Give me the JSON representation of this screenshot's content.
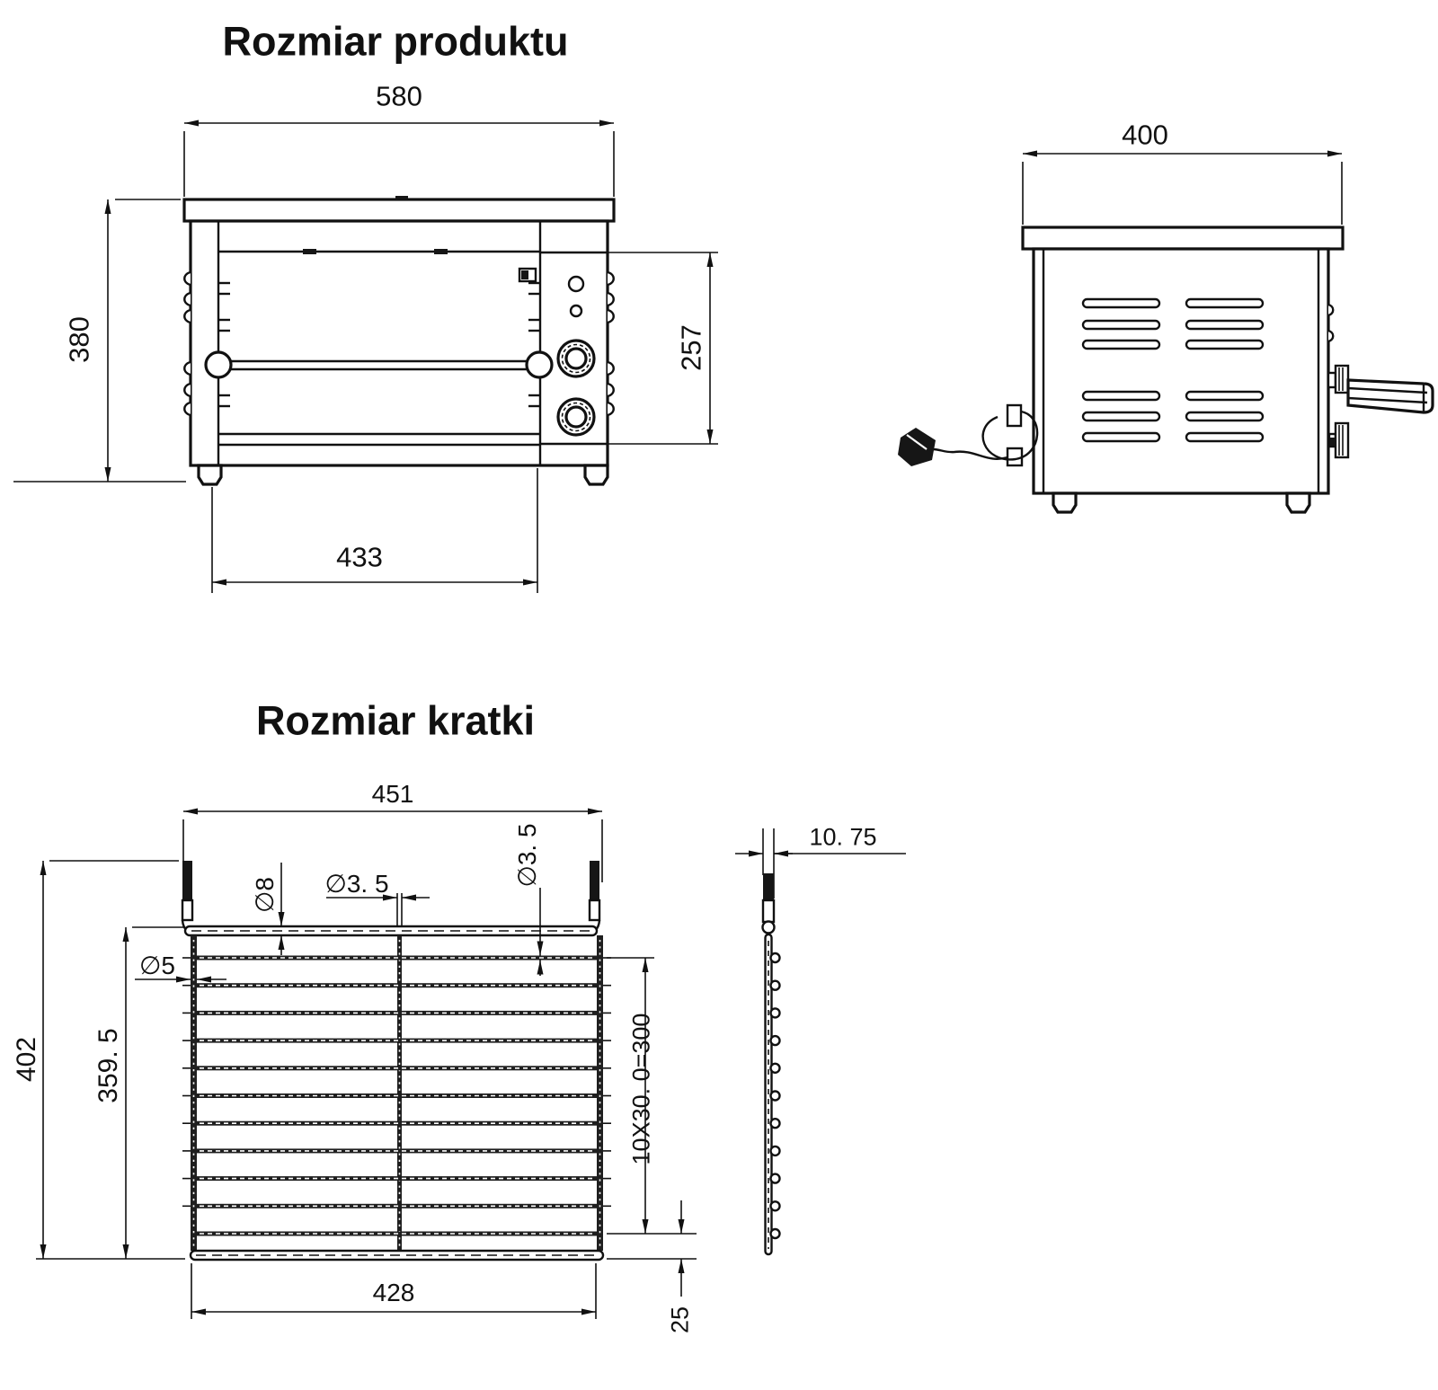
{
  "product": {
    "title": "Rozmiar produktu",
    "front": {
      "overall_width": "580",
      "overall_height": "380",
      "inner_width": "433",
      "panel_height": "257"
    },
    "side": {
      "overall_depth": "400"
    }
  },
  "grate": {
    "title": "Rozmiar kratki",
    "plan": {
      "overall_width": "451",
      "overall_height": "402",
      "inner_height": "359. 5",
      "inner_width": "428",
      "pitch": "10X30. 0=300",
      "bottom_offset": "25",
      "frame_wire_dia": "∅5",
      "top_bar_dia": "∅8",
      "center_bar_dia": "∅3. 5",
      "cross_wire_dia": "∅3. 5"
    },
    "profile": {
      "thickness": "10. 75"
    }
  }
}
